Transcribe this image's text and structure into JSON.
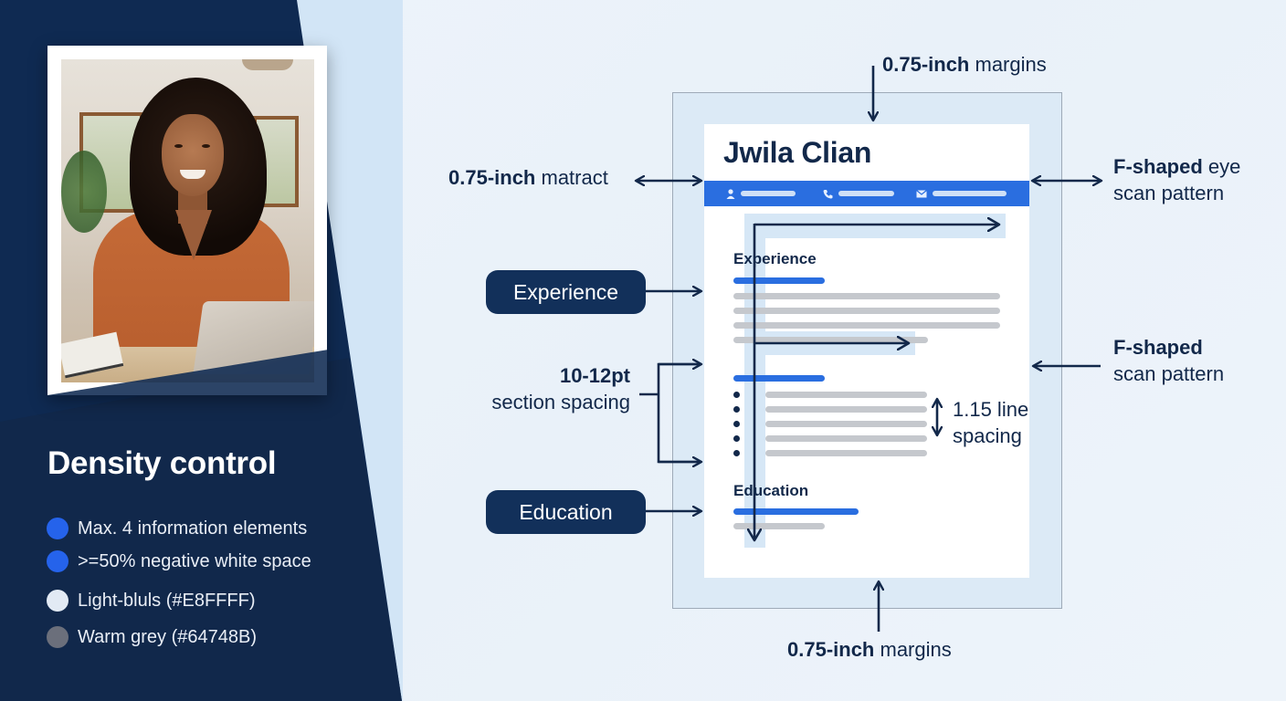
{
  "sidebar": {
    "photo_alt": "Smiling woman with curly hair in an orange shirt working on a laptop",
    "title": "Density control",
    "legend": [
      {
        "label": "Max. 4 information elements",
        "color": "#2563EB"
      },
      {
        "label": ">=50% negative white space",
        "color": "#2563EB"
      },
      {
        "label": "Light-bluls (#E8FFFF)",
        "color": "#E2EAF4"
      },
      {
        "label": "Warm grey (#64748B)",
        "color": "#6B6F7B"
      }
    ]
  },
  "resume": {
    "name": "Jwila Clian",
    "contact_icons": [
      "person-icon",
      "phone-icon",
      "mail-icon"
    ],
    "sections": [
      {
        "heading": "Experience"
      },
      {
        "heading": "Education"
      }
    ]
  },
  "annotations": {
    "top_margin": {
      "bold": "0.75-inch",
      "rest": " margins"
    },
    "bottom_margin": {
      "bold": "0.75-inch",
      "rest": " margins"
    },
    "side_margin": {
      "bold": "0.75-inch",
      "rest": " matract"
    },
    "f_eye_scan": {
      "bold": "F-shaped",
      "rest": " eye",
      "line2": "scan pattern"
    },
    "f_scan": {
      "bold": "F-shaped",
      "line2": "scan pattern"
    },
    "section_spacing": {
      "bold": "10-12pt",
      "line2": "section spacing"
    },
    "line_spacing": {
      "line1": "1.15 line",
      "line2": "spacing"
    },
    "pills": {
      "experience": "Experience",
      "education": "Education"
    }
  },
  "colors": {
    "navy": "#0F2A52",
    "accent_blue": "#2A6EE0",
    "light_blue": "#D6E7F6",
    "grey_bar": "#C5C8CD"
  }
}
